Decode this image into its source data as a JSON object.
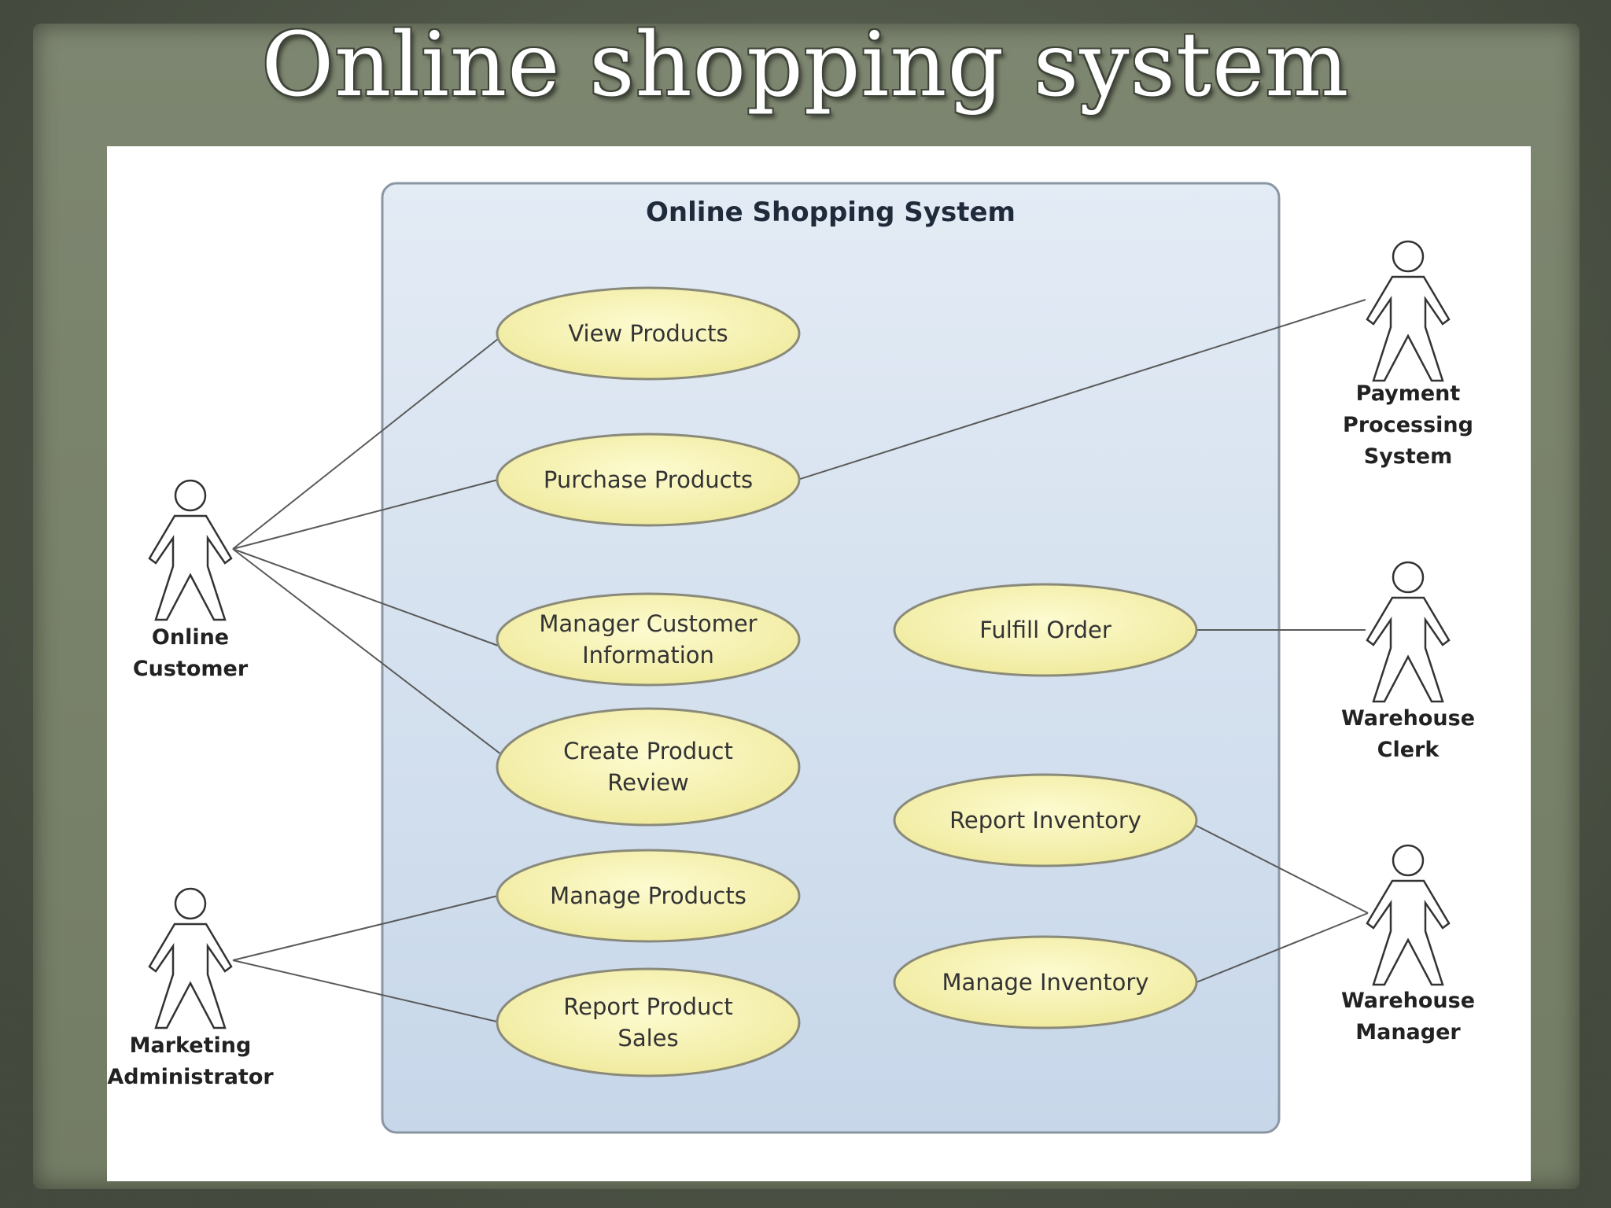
{
  "slide": {
    "title": "Online shopping system"
  },
  "diagram": {
    "system_title": "Online Shopping System",
    "use_cases": {
      "view_products": "View Products",
      "purchase_products": "Purchase Products",
      "manager_customer_information": "Manager Customer\nInformation",
      "create_product_review": "Create Product\nReview",
      "manage_products": "Manage Products",
      "report_product_sales": "Report Product\nSales",
      "fulfill_order": "Fulfill Order",
      "report_inventory": "Report Inventory",
      "manage_inventory": "Manage Inventory"
    },
    "actors": {
      "online_customer": "Online\nCustomer",
      "marketing_administrator": "Marketing\nAdministrator",
      "payment_processing_system": "Payment\nProcessing\nSystem",
      "warehouse_clerk": "Warehouse\nClerk",
      "warehouse_manager": "Warehouse\nManager"
    },
    "associations": [
      [
        "online_customer",
        "view_products"
      ],
      [
        "online_customer",
        "purchase_products"
      ],
      [
        "online_customer",
        "manager_customer_information"
      ],
      [
        "online_customer",
        "create_product_review"
      ],
      [
        "marketing_administrator",
        "manage_products"
      ],
      [
        "marketing_administrator",
        "report_product_sales"
      ],
      [
        "purchase_products",
        "payment_processing_system"
      ],
      [
        "fulfill_order",
        "warehouse_clerk"
      ],
      [
        "report_inventory",
        "warehouse_manager"
      ],
      [
        "manage_inventory",
        "warehouse_manager"
      ]
    ],
    "colors": {
      "use_case_fill": "#f6f2a8",
      "use_case_stroke": "#8a8a7a",
      "system_box": "#d4e0ee",
      "line": "#555555"
    }
  }
}
